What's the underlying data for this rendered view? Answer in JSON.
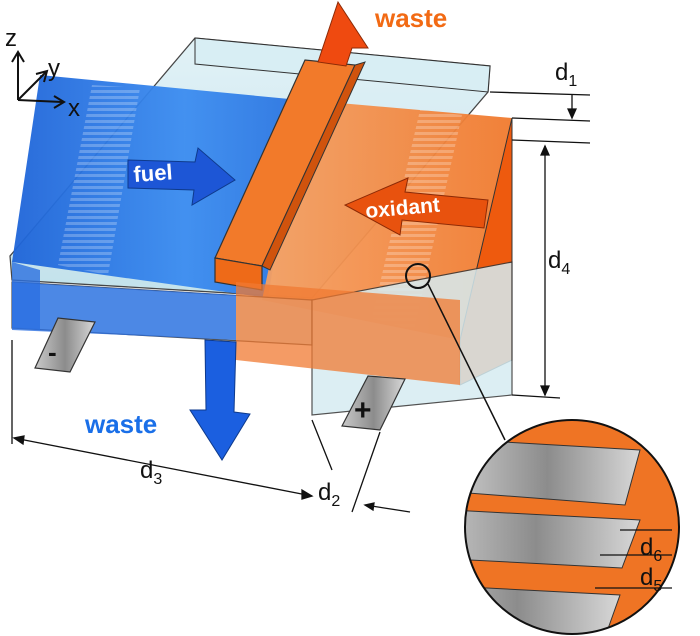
{
  "axes": {
    "z": "z",
    "y": "y",
    "x": "x"
  },
  "flows": {
    "fuel": "fuel",
    "oxidant": "oxidant",
    "waste_top": "waste",
    "waste_bottom": "waste"
  },
  "electrodes": {
    "negative": "-",
    "positive": "+"
  },
  "dimensions": {
    "d1": {
      "base": "d",
      "sub": "1"
    },
    "d2": {
      "base": "d",
      "sub": "2"
    },
    "d3": {
      "base": "d",
      "sub": "3"
    },
    "d4": {
      "base": "d",
      "sub": "4"
    },
    "d5": {
      "base": "d",
      "sub": "5"
    },
    "d6": {
      "base": "d",
      "sub": "6"
    }
  },
  "colors": {
    "fuel_blue": "#1a6fe8",
    "oxidant_orange": "#f26a14",
    "waste_orange": "#f26a14",
    "waste_blue": "#1a6fe8",
    "glass": "#bfe3ee",
    "electrode_grey": "#9a9a9a"
  }
}
